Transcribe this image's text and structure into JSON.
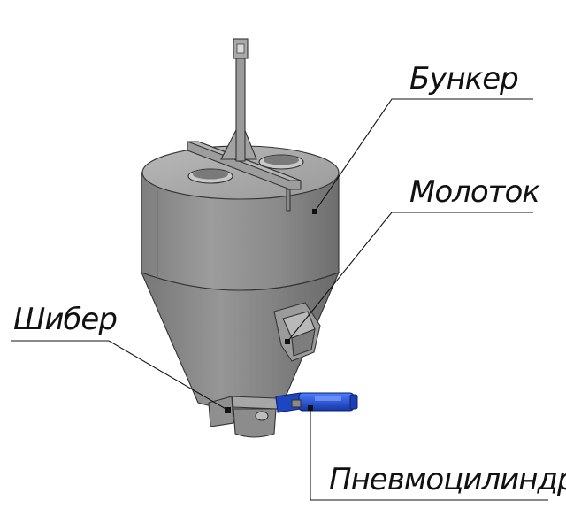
{
  "labels": {
    "hopper": "Бункер",
    "hammer": "Молоток",
    "gate": "Шибер",
    "pneumatic_cylinder": "Пневмоцилиндр"
  },
  "colors": {
    "body_light": "#a9a9a9",
    "body_mid": "#8d8d8d",
    "body_dark": "#6f6f6f",
    "cylinder_blue": "#1d4fd8",
    "line": "#111111"
  }
}
